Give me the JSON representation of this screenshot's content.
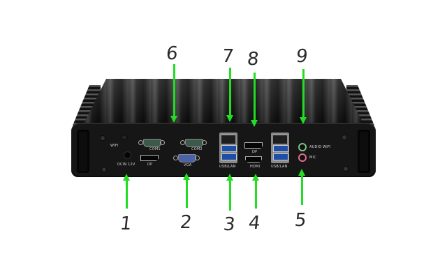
{
  "device": {
    "description": "Fanless mini PC rear I/O panel",
    "labels": {
      "wifi": "WIFI",
      "dcin": "DCIN  12V",
      "dp_left": "DP",
      "com1": "COM1",
      "com2": "COM2",
      "vga": "VGA",
      "usblan_left": "USB/LAN",
      "dp_center": "DP",
      "hdmi": "HDMI",
      "usblan_right": "USB/LAN",
      "audio": "AUDIO WIFI",
      "mic": "MIC"
    },
    "colors": {
      "chassis": "#161616",
      "arrow": "#22dd22",
      "usb_blue": "#1f4fa5",
      "audio_green": "#7bc47f",
      "mic_pink": "#e06d8d"
    }
  },
  "callouts": {
    "bottom": [
      {
        "number": "1",
        "target": "DC-IN 12V power jack"
      },
      {
        "number": "2",
        "target": "VGA port"
      },
      {
        "number": "3",
        "target": "USB/LAN (left)"
      },
      {
        "number": "4",
        "target": "HDMI port"
      },
      {
        "number": "5",
        "target": "MIC jack"
      }
    ],
    "top": [
      {
        "number": "6",
        "target": "COM1/COM2 serial ports"
      },
      {
        "number": "7",
        "target": "LAN/USB (left RJ45)"
      },
      {
        "number": "8",
        "target": "DP port"
      },
      {
        "number": "9",
        "target": "AUDIO jack"
      }
    ]
  }
}
